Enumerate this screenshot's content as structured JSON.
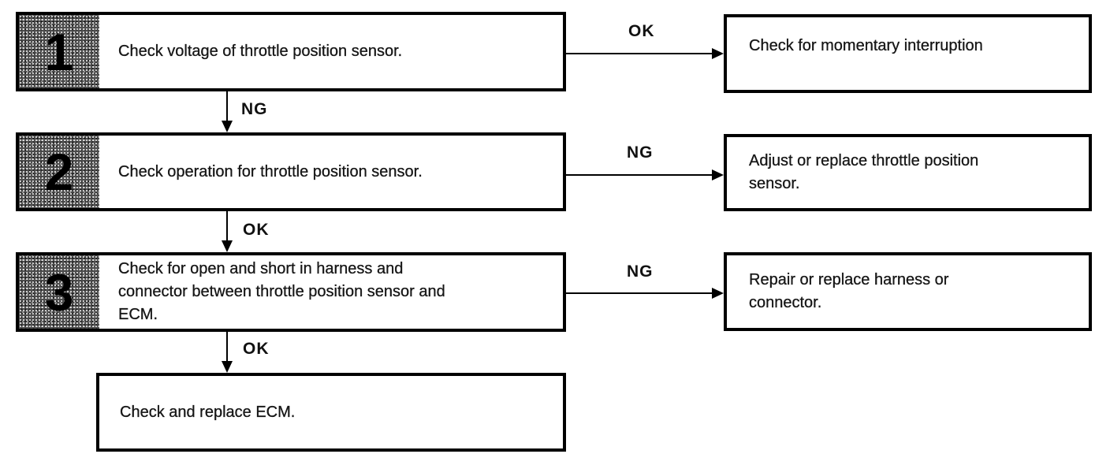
{
  "flowchart": {
    "steps": [
      {
        "number": "1",
        "label": "Check voltage of throttle position sensor.",
        "down_label": "NG",
        "branch_label": "OK",
        "branch_result": "Check for momentary interruption"
      },
      {
        "number": "2",
        "label": "Check operation for throttle position sensor.",
        "down_label": "OK",
        "branch_label": "NG",
        "branch_result": "Adjust or replace throttle position\nsensor."
      },
      {
        "number": "3",
        "label": "Check for open and short in harness and\nconnector between throttle position sensor and\nECM.",
        "down_label": "OK",
        "branch_label": "NG",
        "branch_result": "Repair or replace harness or\nconnector."
      }
    ],
    "final_step": {
      "label": "Check and replace ECM."
    },
    "colors": {
      "line": "#000000",
      "box_background": "#ffffff",
      "badge_background": "#4e4e4e",
      "text": "#161616"
    }
  }
}
